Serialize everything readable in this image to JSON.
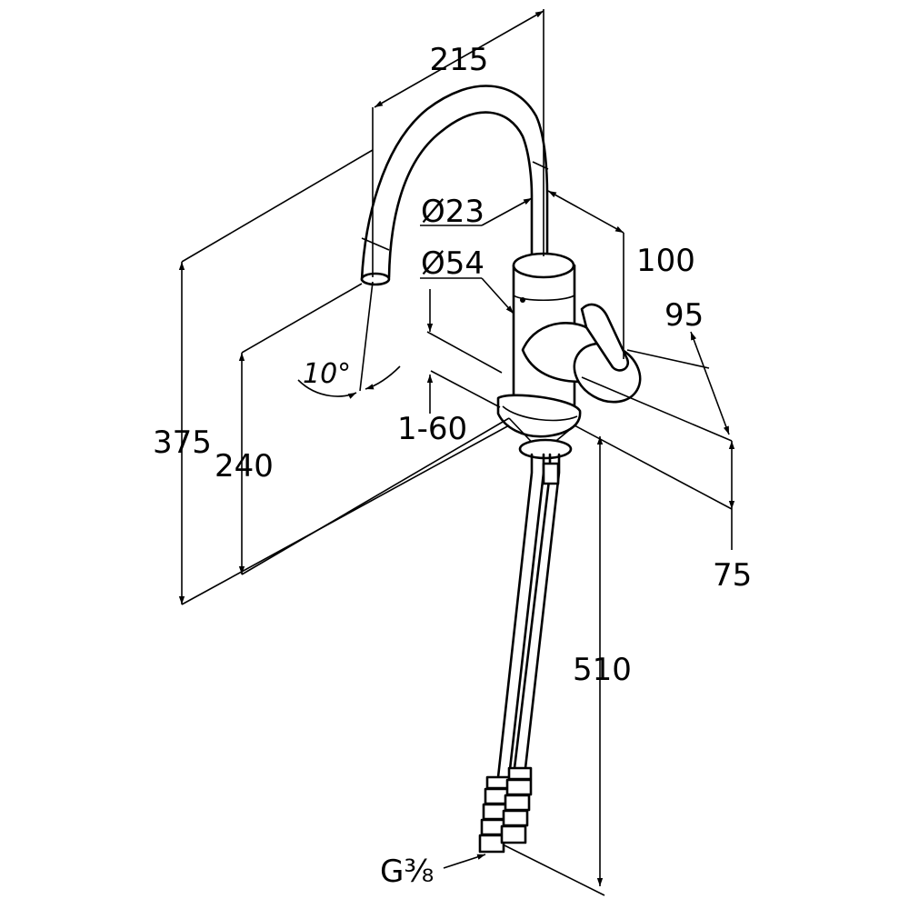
{
  "dimensions": {
    "spout_reach": "215",
    "spout_diameter": "Ø23",
    "body_diameter": "Ø54",
    "spout_to_handle": "100",
    "handle_depth": "95",
    "base_depth": "75",
    "total_height": "375",
    "outlet_height": "240",
    "countertop_thickness": "1-60",
    "swivel_angle": "10°",
    "hose_length": "510",
    "connection_thread": "G⅜"
  }
}
